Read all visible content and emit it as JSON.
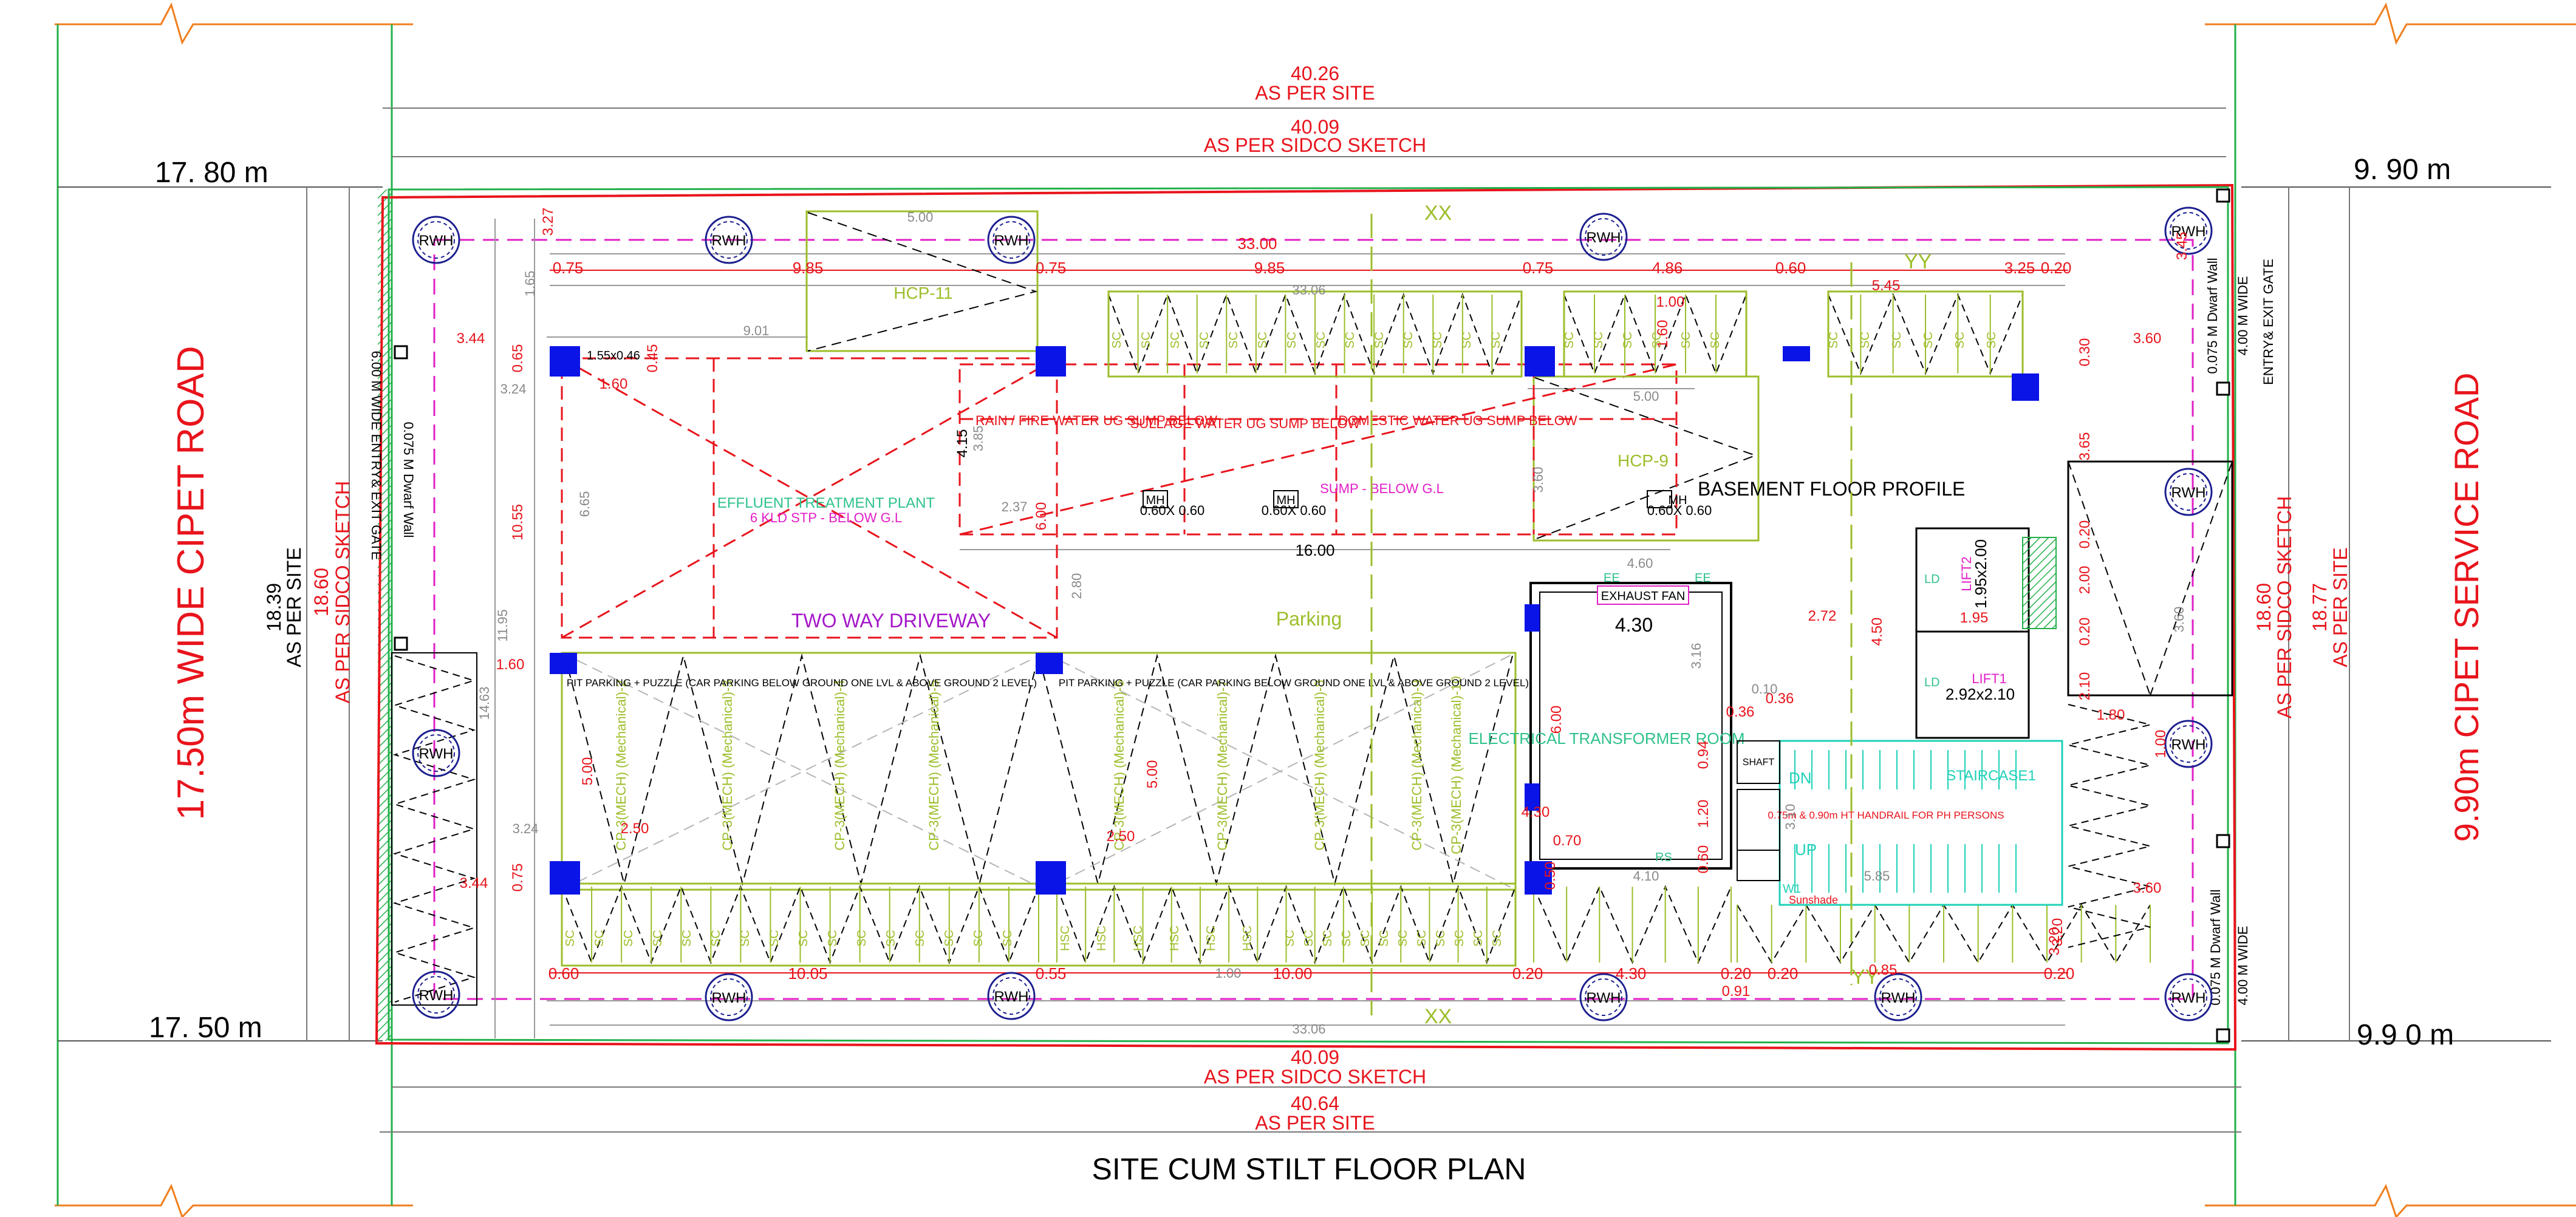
{
  "drawing": {
    "title": "SITE CUM STILT FLOOR PLAN",
    "left_road": "17.50m WIDE CIPET ROAD",
    "right_road": "9.90m CIPET SERVICE ROAD",
    "left_top_road_width": "17. 80 m",
    "left_bottom_road_width": "17. 50 m",
    "right_top_road_width": "9. 90 m",
    "right_bottom_road_width": "9.9 0 m",
    "left_gate": "6.00 M WIDE ENTRY& EXIT GATE",
    "right_gate_width": "4.00 M WIDE",
    "right_gate": "ENTRY& EXIT GATE",
    "right_bottom_gate": "4.00 M WIDE",
    "dwarf_wall": "0.075 M Dwarf Wall"
  },
  "dimensions": {
    "top_site": "40.26",
    "top_site_label": "AS PER SITE",
    "top_sidco": "40.09",
    "top_sidco_label": "AS PER SIDCO SKETCH",
    "bottom_sidco": "40.09",
    "bottom_sidco_label": "AS PER SIDCO SKETCH",
    "bottom_site": "40.64",
    "bottom_site_label": "AS PER SITE",
    "left_site": "18.39",
    "left_site_label": "AS PER SITE",
    "left_sidco": "18.60",
    "left_sidco_label": "AS PER SIDCO SKETCH",
    "right_sidco": "18.60",
    "right_sidco_label": "AS PER SIDCO SKETCH",
    "right_site": "18.77",
    "right_site_label": "AS PER SITE",
    "inner_top": "33.00",
    "inner_top_grey": "33.06",
    "inner_bottom_grey": "33.06",
    "top_row": [
      "0.75",
      "9.85",
      "0.75",
      "9.85",
      "0.75",
      "4.86",
      "0.60",
      "3.25",
      "0.20"
    ],
    "bottom_row": [
      "0.60",
      "10.05",
      "0.55",
      "10.00",
      "0.20",
      "4.30",
      "0.20",
      "0.20",
      "0.20"
    ],
    "misc_red": [
      "3.27",
      "3.45",
      "3.44",
      "0.65",
      "1.60",
      "10.55",
      "1.60",
      "3.44",
      "0.75",
      "3.20",
      "5.45",
      "3.60",
      "0.30",
      "3.65",
      "0.20",
      "2.00",
      "0.20",
      "2.10",
      "1.80",
      "1.00",
      "3.60",
      "3.20",
      "0.85",
      "0.91",
      "5.00",
      "2.50",
      "5.00",
      "2.50",
      "6.00",
      "4.30",
      "0.70",
      "0.50",
      "0.36",
      "0.36",
      "0.94",
      "1.20",
      "0.60",
      "4.50",
      "2.72",
      "1.95",
      "6.00",
      "1.00",
      "1.60",
      "0.45"
    ],
    "misc_black": [
      "4.15",
      "16.00",
      "4.30",
      "2.92x2.10",
      "1.95x2.00",
      "0.60X 0.60",
      "0.60X 0.60",
      "0.60X 0.60",
      "1.55x0.46"
    ],
    "misc_grey": [
      "5.00",
      "5.00",
      "9.01",
      "3.24",
      "3.24",
      "11.95",
      "14.63",
      "6.65",
      "3.85",
      "3.60",
      "2.80",
      "4.60",
      "3.16",
      "3.10",
      "4.10",
      "5.85",
      "1.00",
      "3.60",
      "2.37",
      "0.10",
      "1.65"
    ]
  },
  "labels": {
    "rwh": "RWH",
    "hcp11": "HCP-11",
    "hcp9": "HCP-9",
    "etp": "EFFLUENT TREATMENT PLANT",
    "stp": "6 KLD STP - BELOW G.L",
    "rain_sump": "RAIN / FIRE WATER UG SUMP BELOW",
    "sullage": "SULLAGE WATER UG SUMP BELOW",
    "domestic": "DOMESTIC WATER UG SUMP BELOW",
    "sump_gl": "SUMP - BELOW G.L",
    "basement": "BASEMENT FLOOR PROFILE",
    "two_way": "TWO WAY DRIVEWAY",
    "parking": "Parking",
    "pit_parking": "PIT PARKING + PUZZLE (CAR PARKING BELOW GROUND ONE LVL & ABOVE GROUND 2 LEVEL)",
    "exhaust": "EXHAUST FAN",
    "transformer": "ELECTRICAL TRANSFORMER ROOM",
    "lift1": "LIFT1",
    "lift2": "LIFT2",
    "staircase": "STAIRCASE1",
    "dn": "DN",
    "up": "UP",
    "handrail": "0.75m & 0.90m HT HANDRAIL FOR PH PERSONS",
    "xx": "XX",
    "yy": "YY",
    "mh": "MH",
    "sc": "SC",
    "hsc": "HSC",
    "ld": "LD",
    "ee": "EE",
    "rs": "RS",
    "w1": "W1",
    "sunshade": "Sunshade",
    "shaft": "SHAFT"
  },
  "cp_labels": [
    "CP-3(MECH) (Mechanical)-2",
    "CP-3(MECH) (Mechanical)-3",
    "CP-3(MECH) (Mechanical)-4",
    "CP-3(MECH) (Mechanical)-5",
    "CP-3(MECH) (Mechanical)-6",
    "CP-3(MECH) (Mechanical)-7",
    "CP-3(MECH) (Mechanical)-8",
    "CP-3(MECH) (Mechanical)-9",
    "CP-3(MECH) (Mechanical)-10"
  ],
  "colors": {
    "dim_red": "#e8141c",
    "dim_grey": "#8a8a8a",
    "boundary_green": "#22b04a",
    "parking_olive": "#9cbe2a",
    "setback_magenta": "#e21fc7",
    "column_blue": "#0a14e6",
    "rwh_blue": "#1c1f8f",
    "stair_cyan": "#1fd1b8",
    "road_orange": "#f07e1c",
    "etp_green": "#2ec28a"
  }
}
